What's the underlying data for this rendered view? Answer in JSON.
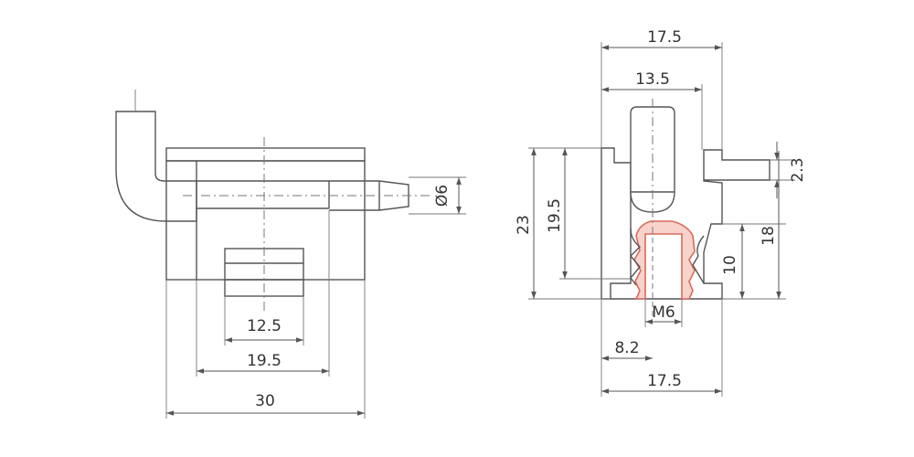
{
  "front_view": {
    "dim_slot": "12.5",
    "dim_body": "19.5",
    "dim_total": "30",
    "dim_pin_diameter": "Ø6"
  },
  "side_view": {
    "dim_top_width": "17.5",
    "dim_pin_offset": "13.5",
    "dim_flange": "2.3",
    "dim_height_total": "23",
    "dim_height_inner": "19.5",
    "dim_height_18": "18",
    "dim_height_thread": "10",
    "dim_thread": "M6",
    "dim_thread_offset": "8.2",
    "dim_bottom_width": "17.5"
  },
  "colors": {
    "line": "#555555",
    "thread_fill": "#f7d3cc",
    "thread_stroke": "#d96b5a"
  }
}
